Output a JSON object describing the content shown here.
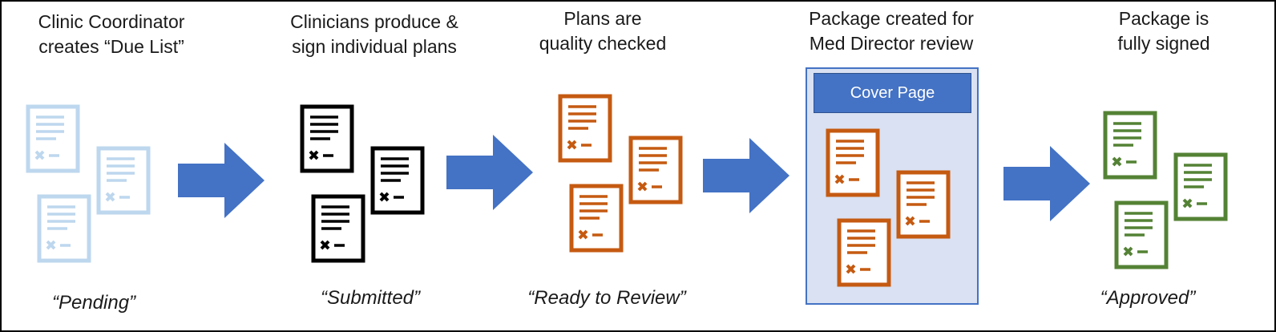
{
  "colors": {
    "pending": "#bdd7ee",
    "submitted": "#000000",
    "ready": "#c55a11",
    "approved": "#548235",
    "arrow": "#4472c4",
    "review_box_fill": "#d9e1f2",
    "cover_page_fill": "#4472c4"
  },
  "icons": {
    "document": "document-icon",
    "arrow": "right-arrow-icon"
  },
  "stages": [
    {
      "heading": [
        "Clinic Coordinator",
        "creates “Due List”"
      ],
      "status": "“Pending”"
    },
    {
      "heading": [
        "Clinicians produce &",
        "sign individual plans"
      ],
      "status": "“Submitted”"
    },
    {
      "heading": [
        "Plans are",
        "quality checked"
      ],
      "status": "“Ready to Review”"
    },
    {
      "heading": [
        "Package created for",
        "Med Director review"
      ],
      "status": ""
    },
    {
      "heading": [
        "Package is",
        "fully signed"
      ],
      "status": "“Approved”"
    }
  ],
  "cover_page": "Cover Page"
}
